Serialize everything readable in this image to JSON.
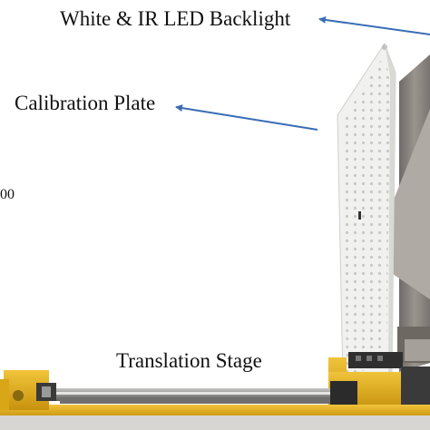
{
  "labels": {
    "backlight": "White & IR LED Backlight",
    "plate": "Calibration Plate",
    "stage": "Translation Stage",
    "edge_fragment": "00"
  },
  "colors": {
    "arrow": "#3a6db5",
    "plate": "#f1f1ef",
    "plate_dots": "#c9c9c6",
    "stage_yellow": "#e5b21a",
    "stage_dark": "#2c2c2c",
    "rod": "#9a9a98",
    "backlight_panel": "#8c8681"
  }
}
